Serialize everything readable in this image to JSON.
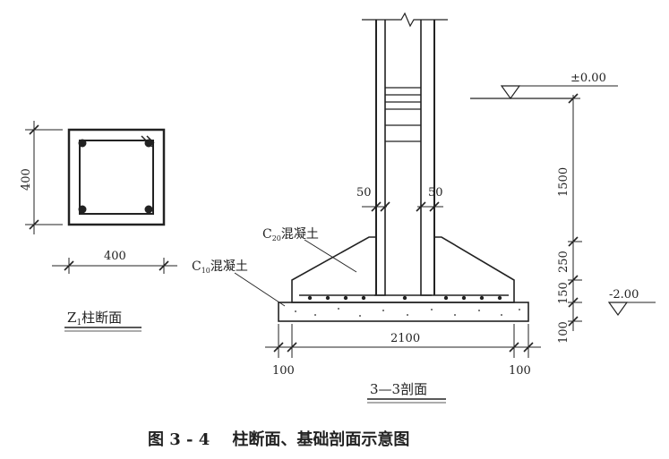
{
  "column_section": {
    "height_dim": "400",
    "width_dim": "400",
    "title_main": "Z",
    "title_sub": "1",
    "title_rest": "柱断面"
  },
  "foundation_section": {
    "concrete_upper_main": "C",
    "concrete_upper_sub": "20",
    "concrete_upper_rest": "混凝土",
    "concrete_lower_main": "C",
    "concrete_lower_sub": "10",
    "concrete_lower_rest": "混凝土",
    "dim_left_offset": "50",
    "dim_right_offset": "50",
    "dim_total_width": "2100",
    "dim_left_edge": "100",
    "dim_right_edge": "100",
    "title": "3—3剖面"
  },
  "elevations": {
    "ground": "±0.00",
    "base": "-2.00",
    "dims": [
      "1500",
      "250",
      "150",
      "100"
    ]
  },
  "caption": "图 3 - 4    柱断面、基础剖面示意图"
}
